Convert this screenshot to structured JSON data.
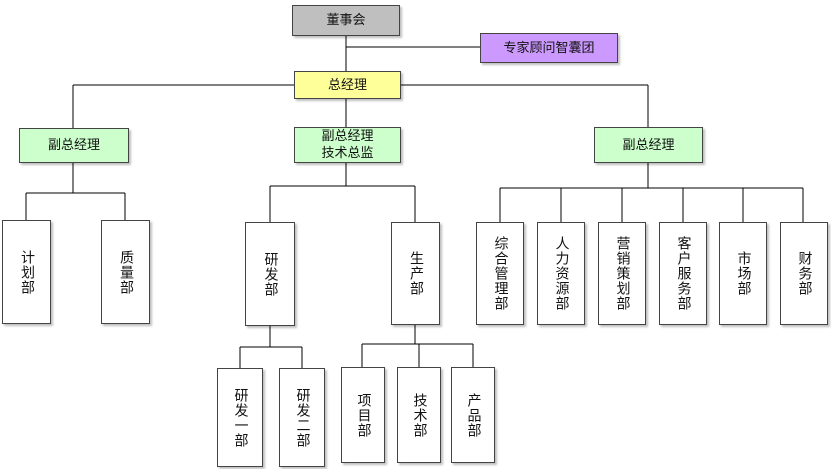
{
  "colors": {
    "board": "#bfbfbf",
    "manager": "#ffff99",
    "deputy": "#ccffcc",
    "advisory": "#cc99ff",
    "department": "#ffffff",
    "line": "#000000"
  },
  "nodes": {
    "board": "董事会",
    "advisory": "专家顾问智囊团",
    "general_manager": "总经理",
    "deputy_left": "副总经理",
    "deputy_tech": "副总经理\n技术总监",
    "deputy_right": "副总经理",
    "dept_plan": "计划部",
    "dept_quality": "质量部",
    "dept_rd": "研发部",
    "dept_production": "生产部",
    "dept_general": "综合管理部",
    "dept_hr": "人力资源部",
    "dept_marketing_plan": "营销策划部",
    "dept_customer": "客户服务部",
    "dept_market": "市场部",
    "dept_finance": "财务部",
    "dept_rd1": "研发一部",
    "dept_rd2": "研发二部",
    "dept_project": "项目部",
    "dept_tech": "技术部",
    "dept_product": "产品部"
  }
}
